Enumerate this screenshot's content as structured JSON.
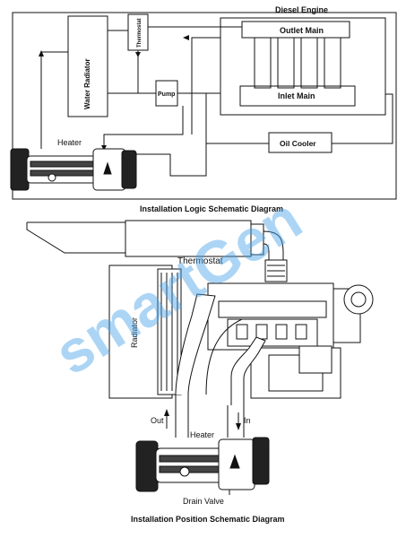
{
  "logic": {
    "caption": "Installation Logic Schematic Diagram",
    "engine_title": "Diesel Engine",
    "outlet_main": "Outlet Main",
    "inlet_main": "Inlet Main",
    "oil_cooler": "Oil Cooler",
    "thermostat": "Thermostat",
    "water_radiator": "Water Radiator",
    "pump": "Pump",
    "heater": "Heater"
  },
  "position": {
    "caption": "Installation Position Schematic Diagram",
    "thermostat": "Thermostat",
    "radiator": "Radiator",
    "heater": "Heater",
    "out": "Out",
    "in": "In",
    "drain_valve": "Drain Valve"
  },
  "watermark": "smartGen",
  "colors": {
    "line": "#111111",
    "watermark": "#4aa3ea"
  }
}
